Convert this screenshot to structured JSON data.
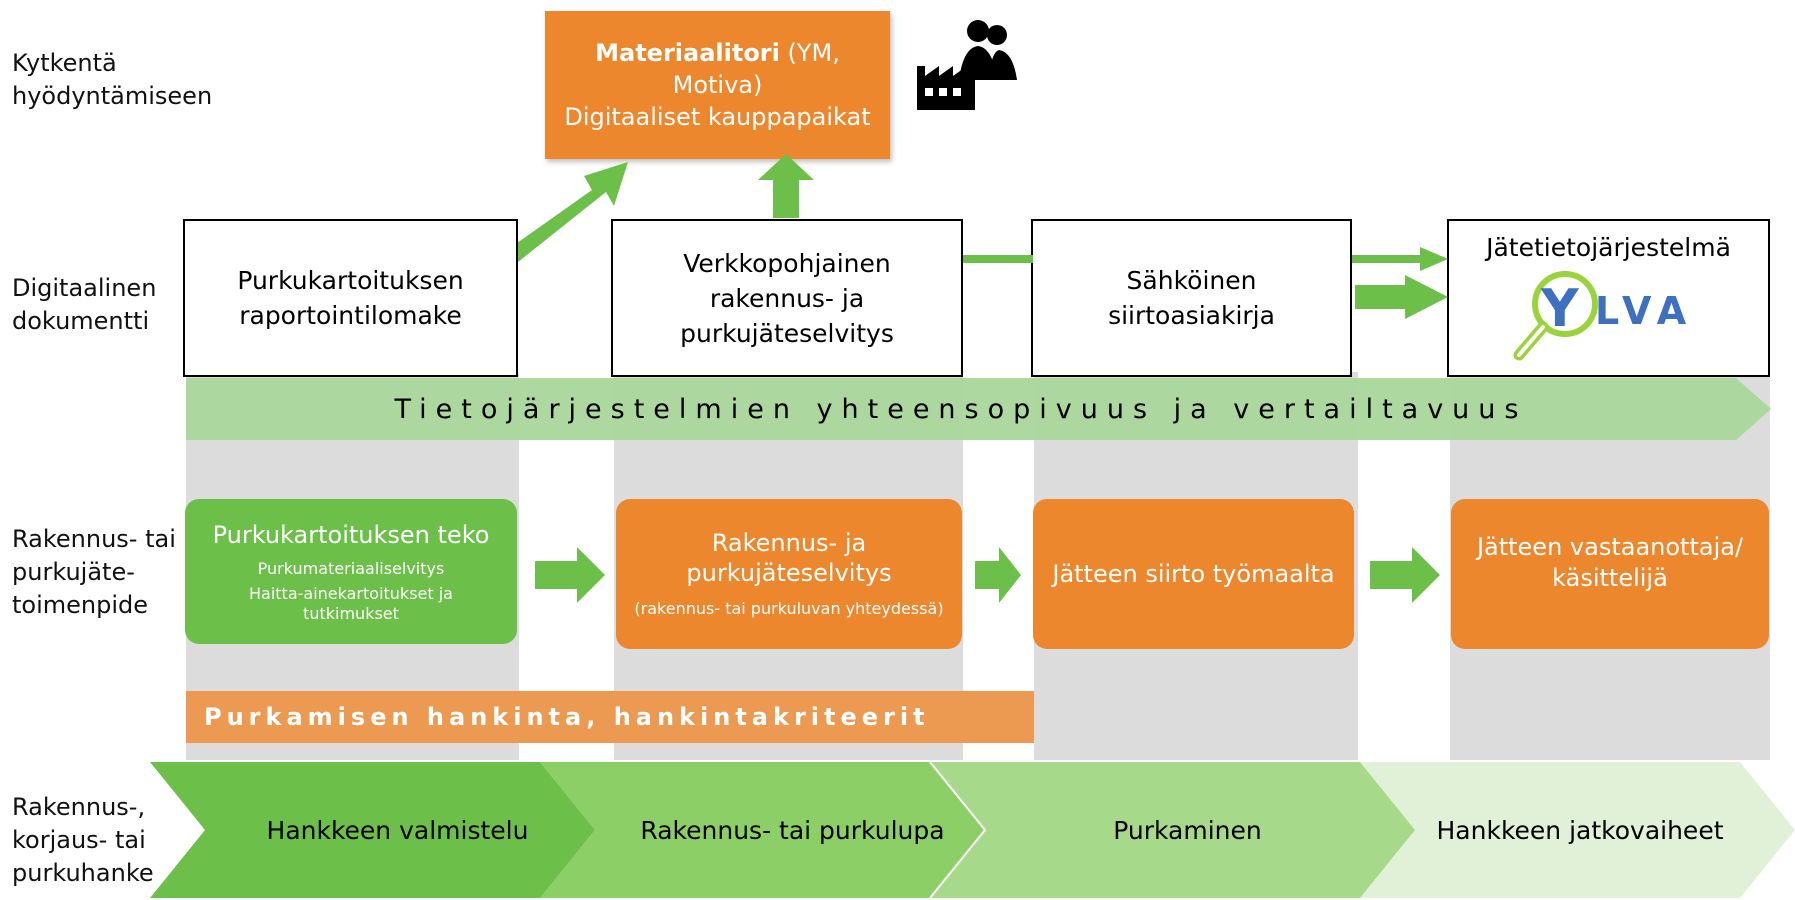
{
  "row_labels": {
    "connection": "Kytkentä\nhyödyntämiseen",
    "digital": "Digitaalinen\ndokumentti",
    "action": "Rakennus- tai\npurkujäte-\ntoimenpide",
    "project": "Rakennus-,\nkorjaus- tai\npurkuhanke"
  },
  "marketplace": {
    "title_bold": "Materiaalitori",
    "title_rest": " (YM,\nMotiva)",
    "subtitle": "Digitaaliset kauppapaikat"
  },
  "documents": [
    "Purkukartoituksen\nraportointilomake",
    "Verkkopohjainen\nrakennus- ja\npurkujäteselvitys",
    "Sähköinen\nsiirtoasiakirja",
    "Jätetietojärjestelmä"
  ],
  "ylva": {
    "letter_y": "Y",
    "rest": "LVA"
  },
  "compatibility_band": "Tietojärjestelmien yhteensopivuus ja vertailtavuus",
  "actions": [
    {
      "title": "Purkukartoituksen teko",
      "sub1": "Purkumateriaaliselvitys",
      "sub2": "Haitta-ainekartoitukset ja\ntutkimukset"
    },
    {
      "title": "Rakennus- ja\npurkujäteselvitys",
      "sub1": "(rakennus- tai purkuluvan yhteydessä)"
    },
    {
      "title": "Jätteen siirto työmaalta"
    },
    {
      "title": "Jätteen vastaanottaja/\nkäsittelijä"
    }
  ],
  "procurement_band": "Purkamisen hankinta, hankintakriteerit",
  "stages": [
    "Hankkeen valmistelu",
    "Rakennus- tai purkulupa",
    "Purkaminen",
    "Hankkeen jatkovaiheet"
  ],
  "colors": {
    "orange": "#ec872d",
    "green": "#6cbf48",
    "light_green_band": "#a9d69a",
    "grey_column": "#dcdcdc",
    "ylva_blue": "#3f6fbf",
    "ylva_lime": "#9bd33c",
    "stage_1": "#6cbf48",
    "stage_2": "#8ccf66",
    "stage_3": "#a6d98a",
    "stage_4": "#e0f1d8"
  },
  "icons": [
    "people-group-icon",
    "factory-icon",
    "magnifier-icon"
  ]
}
